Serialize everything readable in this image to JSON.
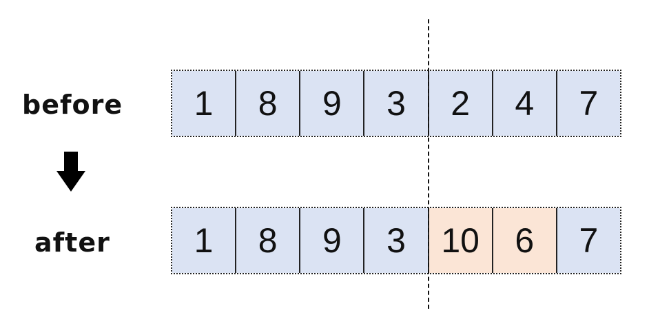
{
  "labels": {
    "before": "before",
    "after": "after"
  },
  "arrays": {
    "before": {
      "cells": [
        {
          "value": "1",
          "changed": false
        },
        {
          "value": "8",
          "changed": false
        },
        {
          "value": "9",
          "changed": false
        },
        {
          "value": "3",
          "changed": false
        },
        {
          "value": "2",
          "changed": false
        },
        {
          "value": "4",
          "changed": false
        },
        {
          "value": "7",
          "changed": false
        }
      ]
    },
    "after": {
      "cells": [
        {
          "value": "1",
          "changed": false
        },
        {
          "value": "8",
          "changed": false
        },
        {
          "value": "9",
          "changed": false
        },
        {
          "value": "3",
          "changed": false
        },
        {
          "value": "10",
          "changed": true
        },
        {
          "value": "6",
          "changed": true
        },
        {
          "value": "7",
          "changed": false
        }
      ]
    }
  },
  "colors": {
    "cell_default": "#dbe3f3",
    "cell_changed": "#fbe5d6"
  },
  "icons": {
    "transition": "arrow-down-icon"
  }
}
